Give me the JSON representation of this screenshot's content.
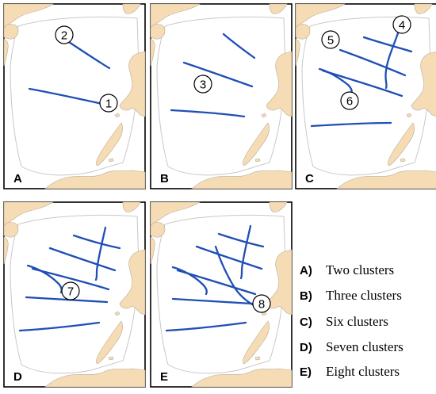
{
  "panels": [
    {
      "letter": "A",
      "labels": [
        "1",
        "2"
      ]
    },
    {
      "letter": "B",
      "labels": [
        "3"
      ]
    },
    {
      "letter": "C",
      "labels": [
        "4",
        "5",
        "6"
      ]
    },
    {
      "letter": "D",
      "labels": [
        "7"
      ]
    },
    {
      "letter": "E",
      "labels": [
        "8"
      ]
    }
  ],
  "legend": [
    {
      "key": "A)",
      "text": "Two clusters"
    },
    {
      "key": "B)",
      "text": "Three clusters"
    },
    {
      "key": "C)",
      "text": "Six clusters"
    },
    {
      "key": "D)",
      "text": "Seven clusters"
    },
    {
      "key": "E)",
      "text": "Eight clusters"
    }
  ],
  "colors": {
    "land": "#f6dcb5",
    "track": "#1f4fb5",
    "shelf": "#c8c8c8",
    "frame": "#000000"
  }
}
